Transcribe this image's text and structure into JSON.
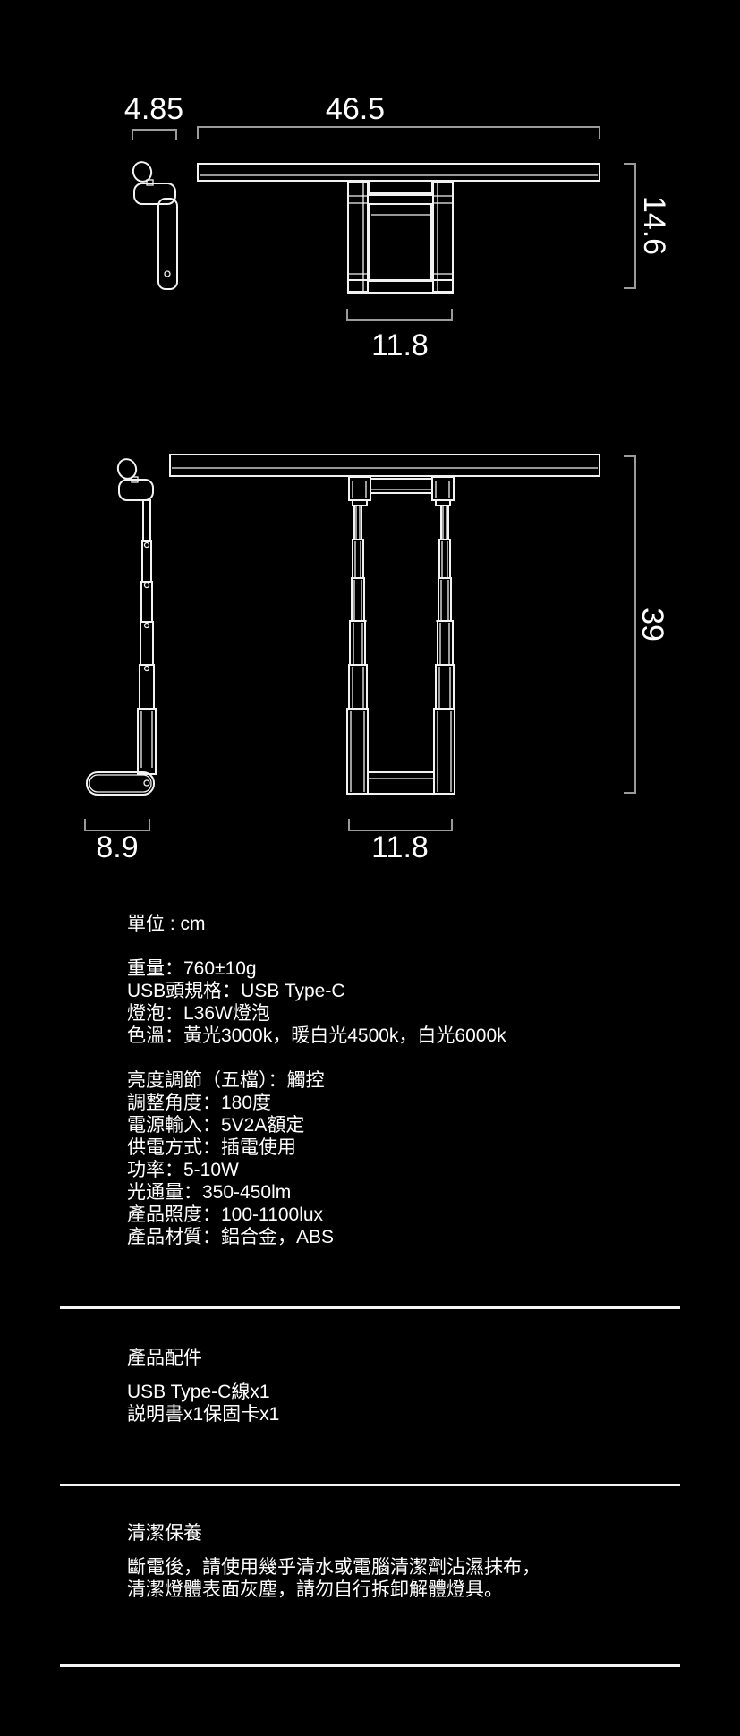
{
  "dimensions": {
    "unit_label": "單位 : cm",
    "collapsed": {
      "depth": "4.85",
      "bar_length": "46.5",
      "height": "14.6",
      "stand_width": "11.8"
    },
    "extended": {
      "base_depth": "8.9",
      "height": "39",
      "stand_width": "11.8"
    }
  },
  "specs": {
    "group1": [
      "重量：760±10g",
      "USB頭規格：USB Type-C",
      "燈泡：L36W燈泡",
      "色溫：黃光3000k，暖白光4500k，白光6000k"
    ],
    "group2": [
      "亮度調節（五檔）：觸控",
      "調整角度：180度",
      "電源輸入：5V2A額定",
      "供電方式：插電使用",
      "功率：5-10W",
      "光通量：350-450lm",
      "產品照度：100-1100lux",
      "產品材質：鋁合金，ABS"
    ]
  },
  "accessories": {
    "title": "產品配件",
    "items": [
      "USB Type-C線x1",
      "説明書x1保固卡x1"
    ]
  },
  "cleaning": {
    "title": "清潔保養",
    "lines": [
      "斷電後，請使用幾乎清水或電腦清潔劑沾濕抹布，",
      "清潔燈體表面灰塵，請勿自行拆卸解體燈具。"
    ]
  },
  "colors": {
    "background": "#000000",
    "drawing_line": "#f2f2f2",
    "dimension_line": "#9b9b9b",
    "text": "#ffffff"
  }
}
